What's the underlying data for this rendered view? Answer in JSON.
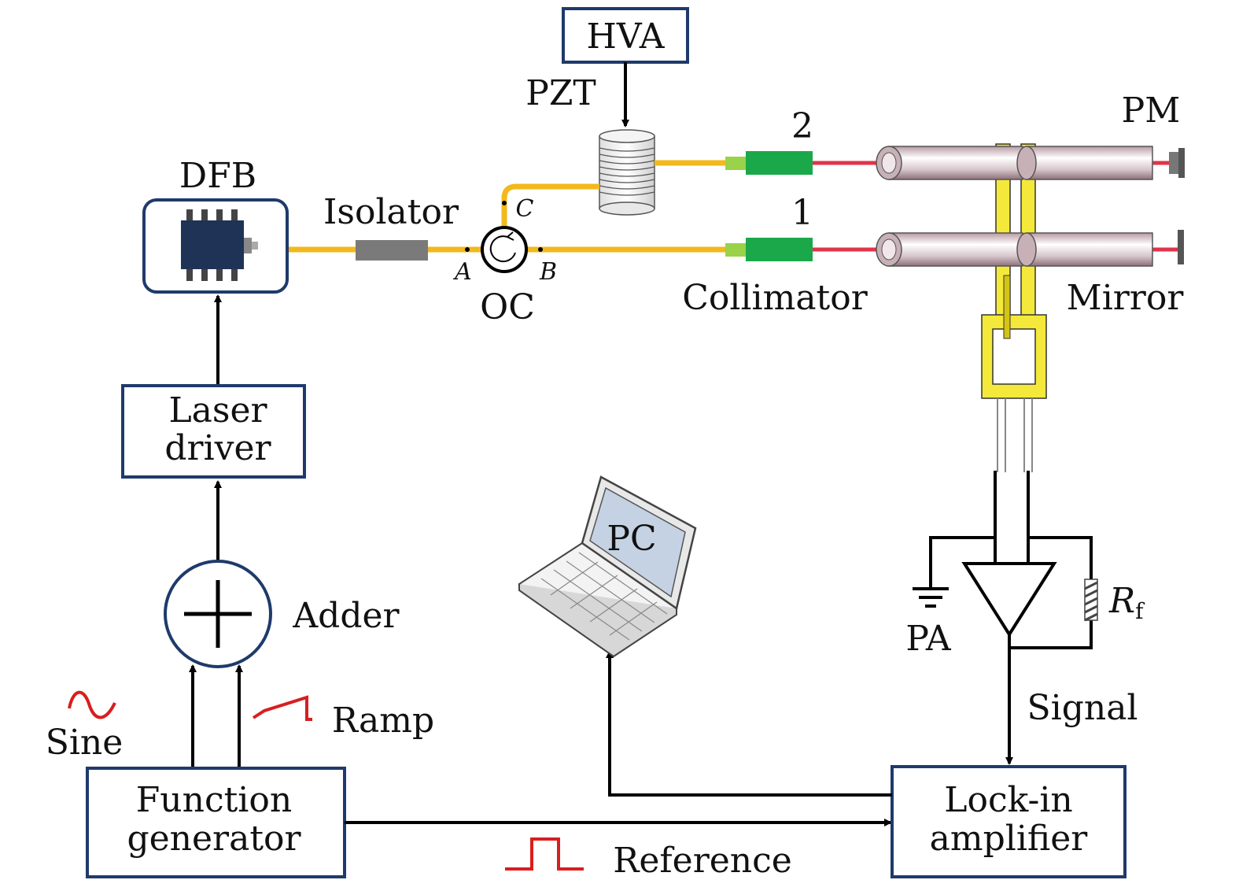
{
  "labels": {
    "hva": "HVA",
    "pzt": "PZT",
    "dfb": "DFB",
    "isolator": "Isolator",
    "port_a": "A",
    "port_b": "B",
    "port_c": "C",
    "oc": "OC",
    "arm_2": "2",
    "arm_1": "1",
    "collimator": "Collimator",
    "pm": "PM",
    "mirror": "Mirror",
    "laser_driver_line1": "Laser",
    "laser_driver_line2": "driver",
    "adder": "Adder",
    "pc": "PC",
    "pa": "PA",
    "rf_main": "R",
    "rf_sub": "f",
    "signal": "Signal",
    "sine": "Sine",
    "ramp": "Ramp",
    "function_gen_line1": "Function",
    "function_gen_line2": "generator",
    "reference": "Reference",
    "lockin_line1": "Lock-in",
    "lockin_line2": "amplifier"
  },
  "colors": {
    "box_border": "#1f3a6b",
    "fiber": "#f2b81c",
    "beam": "#e0344a",
    "collimator": "#1aa84a",
    "waveform": "#d81e1e",
    "laser_chip": "#1e3355"
  }
}
